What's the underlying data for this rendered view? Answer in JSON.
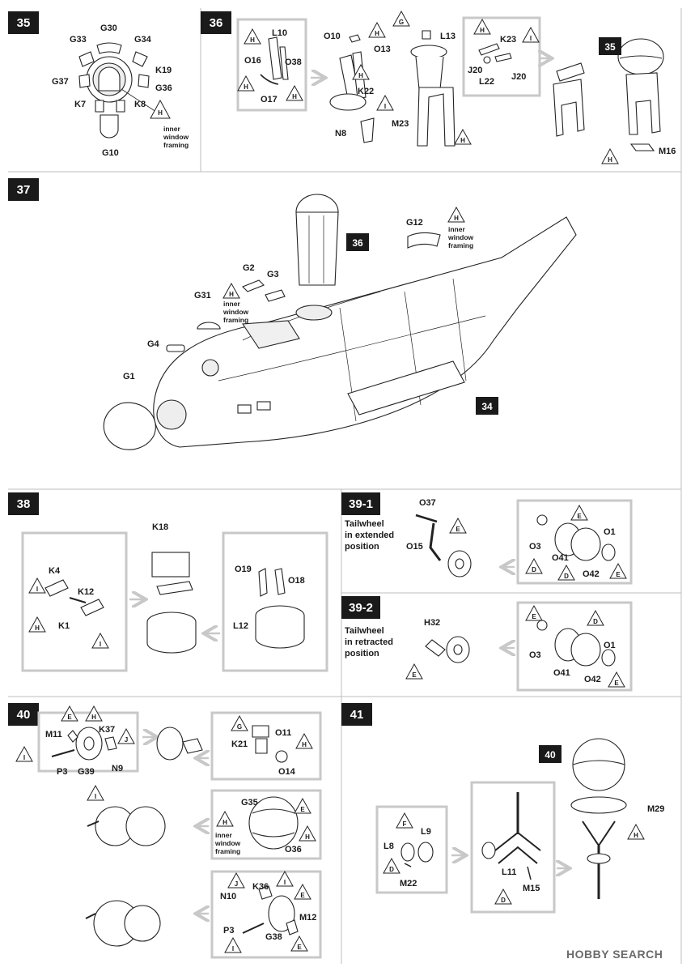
{
  "steps": {
    "s35": {
      "number": "35",
      "labels": [
        "G33",
        "G30",
        "G34",
        "K19",
        "G37",
        "G36",
        "K7",
        "K8",
        "G10"
      ],
      "note": [
        "inner",
        "window",
        "framing"
      ],
      "tri": "H"
    },
    "s36": {
      "number": "36",
      "labels": [
        "L10",
        "O16",
        "O38",
        "O17",
        "O10",
        "O13",
        "K22",
        "N8",
        "L13",
        "M23",
        "K23",
        "J20",
        "L22",
        "J20",
        "M16"
      ],
      "ref": "35",
      "tris": [
        "H",
        "H",
        "H",
        "H",
        "H",
        "G",
        "H",
        "I",
        "I",
        "H",
        "H"
      ]
    },
    "s37": {
      "number": "37",
      "labels": [
        "G12",
        "G2",
        "G3",
        "G31",
        "G4",
        "G1"
      ],
      "note": [
        "inner",
        "window",
        "framing"
      ],
      "note2": [
        "inner",
        "window",
        "framing"
      ],
      "ref36": "36",
      "ref34": "34",
      "tris": [
        "H",
        "H"
      ]
    },
    "s38": {
      "number": "38",
      "labels": [
        "K18",
        "K4",
        "K12",
        "K1",
        "O19",
        "O18",
        "L12"
      ],
      "tris": [
        "I",
        "H",
        "I"
      ]
    },
    "s39_1": {
      "number": "39-1",
      "caption": [
        "Tailwheel",
        "in extended",
        "position"
      ],
      "labels": [
        "O37",
        "O15",
        "O3",
        "O41",
        "O1",
        "O42"
      ],
      "tris": [
        "E",
        "E",
        "D",
        "D",
        "E"
      ]
    },
    "s39_2": {
      "number": "39-2",
      "caption": [
        "Tailwheel",
        "in retracted",
        "position"
      ],
      "labels": [
        "H32",
        "O3",
        "O41",
        "O1",
        "O42"
      ],
      "tris": [
        "E",
        "E",
        "D",
        "E"
      ]
    },
    "s40": {
      "number": "40",
      "labels": [
        "M11",
        "K37",
        "P3",
        "G39",
        "N9",
        "O11",
        "K21",
        "O14",
        "G35",
        "O36",
        "K36",
        "N10",
        "M12",
        "P3",
        "G38"
      ],
      "note": [
        "inner",
        "window",
        "framing"
      ],
      "tris": [
        "E",
        "H",
        "I",
        "J",
        "I",
        "G",
        "H",
        "E",
        "H",
        "H",
        "J",
        "I",
        "E",
        "I",
        "E"
      ]
    },
    "s41": {
      "number": "41",
      "labels": [
        "M29",
        "L9",
        "L8",
        "M22",
        "L11",
        "M15"
      ],
      "ref": "40",
      "tris": [
        "H",
        "F",
        "D",
        "D"
      ]
    }
  },
  "watermark": "HOBBY SEARCH"
}
